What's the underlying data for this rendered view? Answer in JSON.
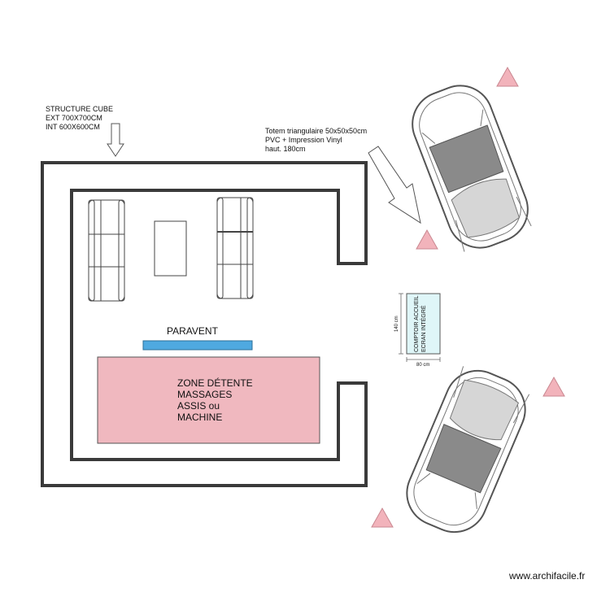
{
  "labels": {
    "structure": [
      "STRUCTURE CUBE",
      "EXT 700X700CM",
      "INT 600X600CM"
    ],
    "totem": [
      "Totem triangulaire 50x50x50cm",
      "PVC + Impression Vinyl",
      "haut. 180cm"
    ],
    "paravent": "PARAVENT",
    "zone": [
      "ZONE DÉTENTE",
      "MASSAGES",
      "ASSIS ou",
      "MACHINE"
    ],
    "comptoir": [
      "COMPTOIR ACCUEIL",
      "ECRAN INTÉGRÉ"
    ],
    "dim_height": "140 cm",
    "dim_width": "80 cm",
    "watermark": "www.archifacile.fr"
  },
  "colors": {
    "wall": "#3a3a3a",
    "paravent_fill": "#4fa9e0",
    "zone_fill": "#f0b8bf",
    "comptoir_fill": "#dff6f8",
    "totem_fill": "#f2b3bb",
    "car_window": "#8a8a8a",
    "car_outline": "#555555"
  }
}
